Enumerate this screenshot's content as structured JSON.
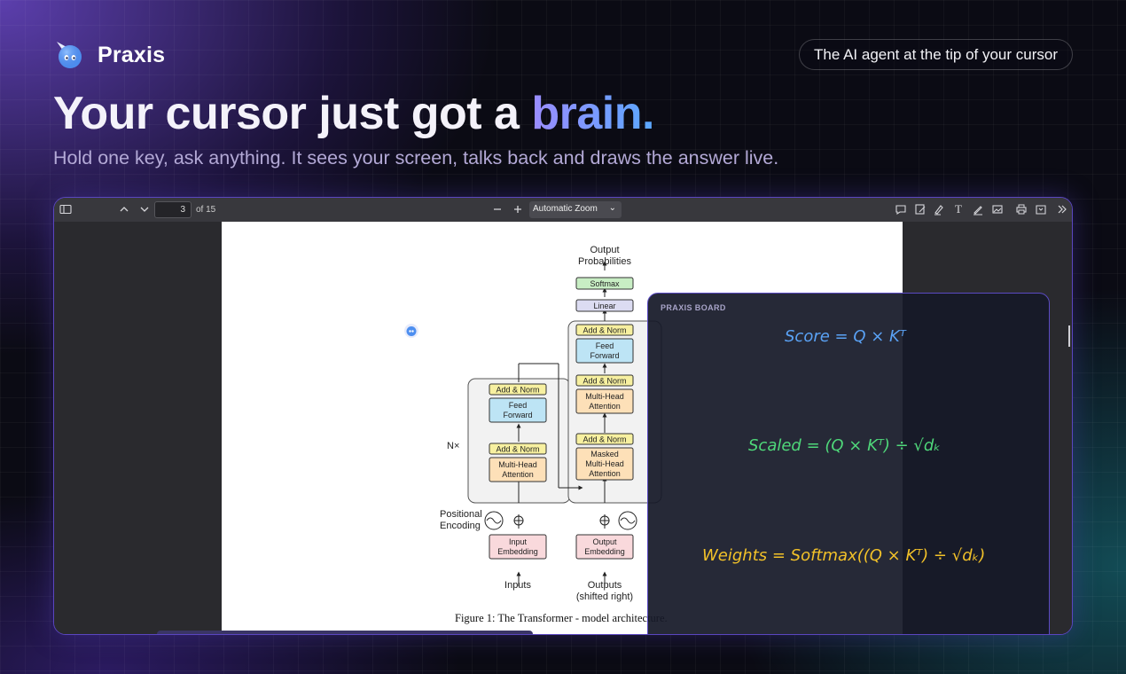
{
  "brand": {
    "name": "Praxis"
  },
  "tagline_pill": "The AI agent at the tip of your cursor",
  "headline": {
    "prefix": "Your cursor just got a ",
    "accent": "brain."
  },
  "subheadline": "Hold one key, ask anything. It sees your screen, talks back and draws the answer live.",
  "viewer": {
    "toolbar": {
      "page_number": "3",
      "page_total": "of 15",
      "zoom": "Automatic Zoom"
    },
    "figure": {
      "caption": "Figure 1: The Transformer - model architecture.",
      "labels": {
        "output_probabilities_1": "Output",
        "output_probabilities_2": "Probabilities",
        "softmax": "Softmax",
        "linear": "Linear",
        "add_norm": "Add & Norm",
        "feed": "Feed",
        "forward": "Forward",
        "multi_head": "Multi-Head",
        "attention": "Attention",
        "masked": "Masked",
        "nx": "N×",
        "positional": "Positional",
        "encoding": "Encoding",
        "input": "Input",
        "embedding": "Embedding",
        "output": "Output",
        "inputs": "Inputs",
        "outputs": "Outputs",
        "shifted_right": "(shifted right)"
      }
    }
  },
  "board": {
    "title": "PRAXIS BOARD",
    "formulas": [
      {
        "text": "Score = Q × Kᵀ",
        "color": "#5aa2f5"
      },
      {
        "text": "Scaled = (Q × Kᵀ) ÷ √dₖ",
        "color": "#4fd87a"
      },
      {
        "text": "Weights = Softmax((Q × Kᵀ) ÷ √dₖ)",
        "color": "#f3c229"
      }
    ]
  }
}
